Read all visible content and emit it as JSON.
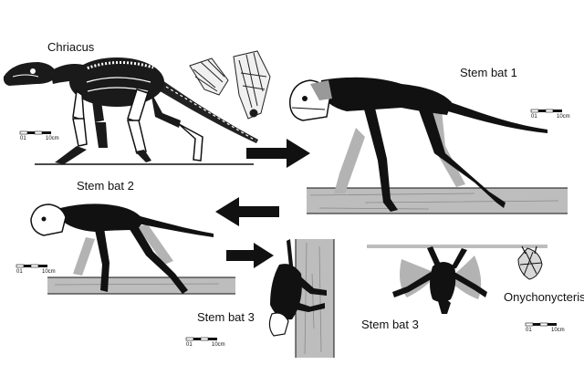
{
  "labels": {
    "chriacus": "Chriacus",
    "stem_bat_1": "Stem bat 1",
    "stem_bat_2": "Stem bat 2",
    "stem_bat_3_climbing": "Stem bat 3",
    "stem_bat_3_hanging": "Stem bat 3",
    "onychonycteris": "Onychonycteris"
  },
  "scale_bar": {
    "start": "01",
    "end": "10cm"
  },
  "colors": {
    "silhouette": "#000000",
    "shadow": "#b3b3b3",
    "wood": "#bdbdbd",
    "wood_grain": "#8a8a8a",
    "arrow": "#000000"
  }
}
